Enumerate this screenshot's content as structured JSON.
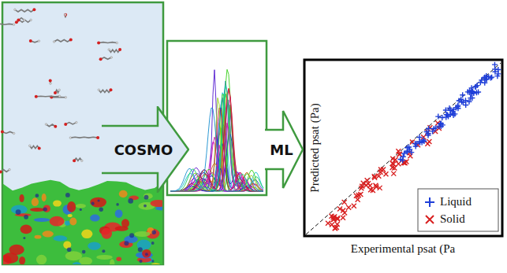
{
  "diagram": {
    "nodes": [
      {
        "text": [
          "COSMO"
        ]
      },
      {
        "text": [
          "ML"
        ]
      }
    ],
    "labels": [
      "Predicted psat (Pa)",
      "Experimental psat (Pa"
    ],
    "legend": [
      {
        "text": "Liquid"
      },
      {
        "text": "Solid"
      }
    ]
  }
}
